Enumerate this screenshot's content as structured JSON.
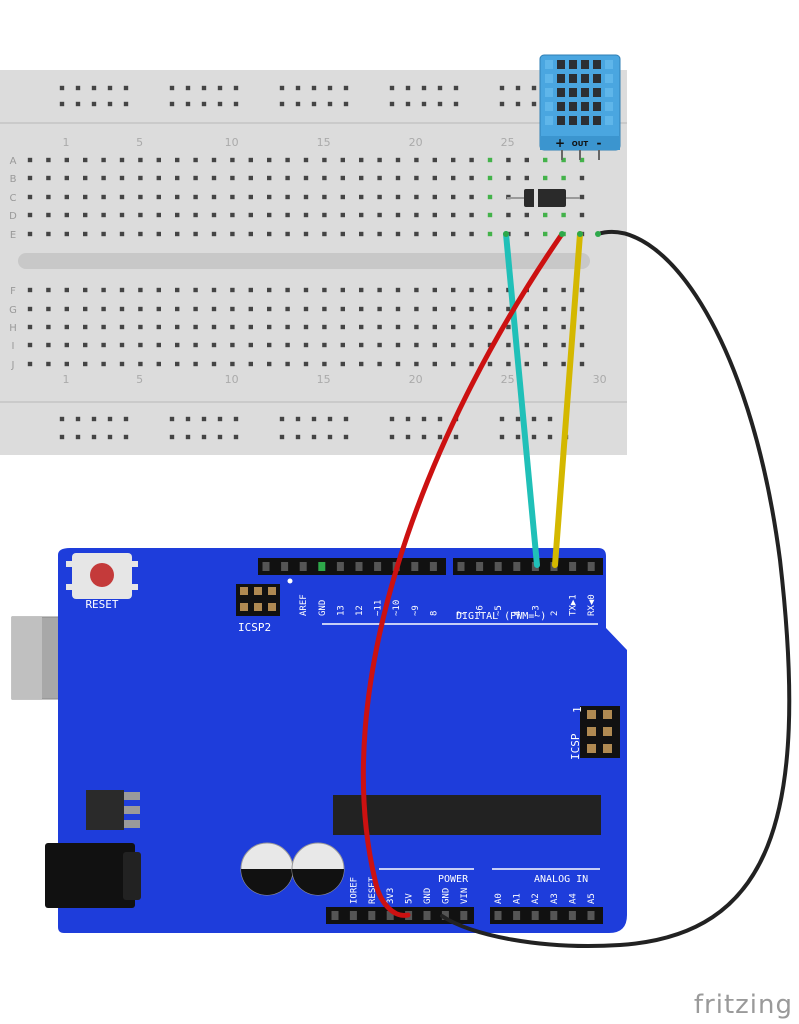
{
  "breadboard": {
    "row_labels_top": [
      "A",
      "B",
      "C",
      "D",
      "E"
    ],
    "row_labels_bottom": [
      "F",
      "G",
      "H",
      "I",
      "J"
    ],
    "column_numbers": [
      "1",
      "5",
      "10",
      "15",
      "20",
      "25",
      "30"
    ]
  },
  "sensor": {
    "pin_labels": [
      "+",
      "OUT",
      "-"
    ]
  },
  "arduino": {
    "reset_label": "RESET",
    "icsp2_label": "ICSP2",
    "icsp_label": "ICSP",
    "icsp_pin1": "1",
    "digital_label": "DIGITAL (PWM=~)",
    "digital_pins": [
      "AREF",
      "GND",
      "13",
      "12",
      "~11",
      "~10",
      "~9",
      "8",
      "7",
      "~6",
      "~5",
      "4",
      "~3",
      "2",
      "TX▶1",
      "RX◀0"
    ],
    "power_label": "POWER",
    "power_pins": [
      "IOREF",
      "RESET",
      "3V3",
      "5V",
      "GND",
      "GND",
      "VIN"
    ],
    "analog_label": "ANALOG IN",
    "analog_pins": [
      "A0",
      "A1",
      "A2",
      "A3",
      "A4",
      "A5"
    ]
  },
  "colors": {
    "board_blue": "#1e3ddb",
    "wire_cyan": "#20c0b8",
    "wire_red": "#cc1111",
    "wire_yellow": "#d4b800",
    "wire_black": "#222222",
    "sensor_blue": "#4aa6e0"
  },
  "footer": {
    "brand": "fritzing"
  }
}
